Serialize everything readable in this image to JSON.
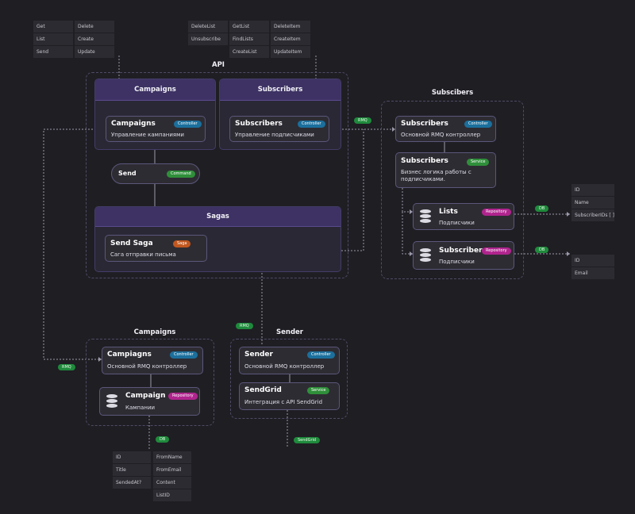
{
  "top_left_actions": [
    "Get",
    "Delete",
    "List",
    "Create",
    "Send",
    "Update"
  ],
  "top_mid_actions": [
    "DeleteList",
    "GetList",
    "DeleteItem",
    "Unsubscribe",
    "FindLists",
    "CreateItem",
    "CreateList",
    "UpdateItem"
  ],
  "groups": {
    "api": "API",
    "subscribers": "Subscibers",
    "campaigns": "Campaigns",
    "sender": "Sender"
  },
  "api": {
    "campaigns_header": "Campaigns",
    "subscribers_header": "Subscribers",
    "sagas_header": "Sagas",
    "campaigns_ctrl": {
      "title": "Campaigns",
      "badge": "Controller",
      "sub": "Управление кампаниями"
    },
    "subscribers_ctrl": {
      "title": "Subscribers",
      "badge": "Controller",
      "sub": "Управление подписчиками"
    },
    "send_cmd": {
      "title": "Send",
      "badge": "Command"
    },
    "send_saga": {
      "title": "Send Saga",
      "badge": "Saga",
      "sub": "Сага отправки письма"
    }
  },
  "subs_service": {
    "ctrl": {
      "title": "Subscribers",
      "badge": "Controller",
      "sub": "Основной RMQ контроллер"
    },
    "svc": {
      "title": "Subscribers",
      "badge": "Service",
      "sub1": "Бизнес логика работы с",
      "sub2": "подписчиками."
    },
    "lists_repo": {
      "title": "Lists",
      "badge": "Repository",
      "sub": "Подписчики"
    },
    "subs_repo": {
      "title": "Subscribers",
      "badge": "Repository",
      "sub": "Подписчики"
    }
  },
  "campaigns_service": {
    "ctrl": {
      "title": "Campiagns",
      "badge": "Controller",
      "sub": "Основной RMQ контроллер"
    },
    "repo": {
      "title": "Campaign",
      "badge": "Repository",
      "sub": "Кампании"
    }
  },
  "sender_service": {
    "ctrl": {
      "title": "Sender",
      "badge": "Controller",
      "sub": "Основной RMQ контроллер"
    },
    "svc": {
      "title": "SendGrid",
      "badge": "Service",
      "sub": "Интеграция с API SendGrid"
    }
  },
  "tags": {
    "rmq": "RMQ",
    "db": "DB",
    "sendgrid": "SendGrid"
  },
  "lists_fields": [
    "ID",
    "Name",
    "SubscriberIDs [ ]"
  ],
  "subs_fields": [
    "ID",
    "Email"
  ],
  "campaign_fields_left": [
    "ID",
    "Title",
    "SendedAt?"
  ],
  "campaign_fields_right": [
    "FromName",
    "FromEmail",
    "Content",
    "ListID"
  ],
  "colors": {
    "background": "#1f1e23",
    "panel": "#2a2835",
    "header": "#3d3263",
    "controller": "#1b6f9c",
    "service": "#2f8f3a",
    "repository": "#b0248e",
    "saga": "#c1571f"
  }
}
